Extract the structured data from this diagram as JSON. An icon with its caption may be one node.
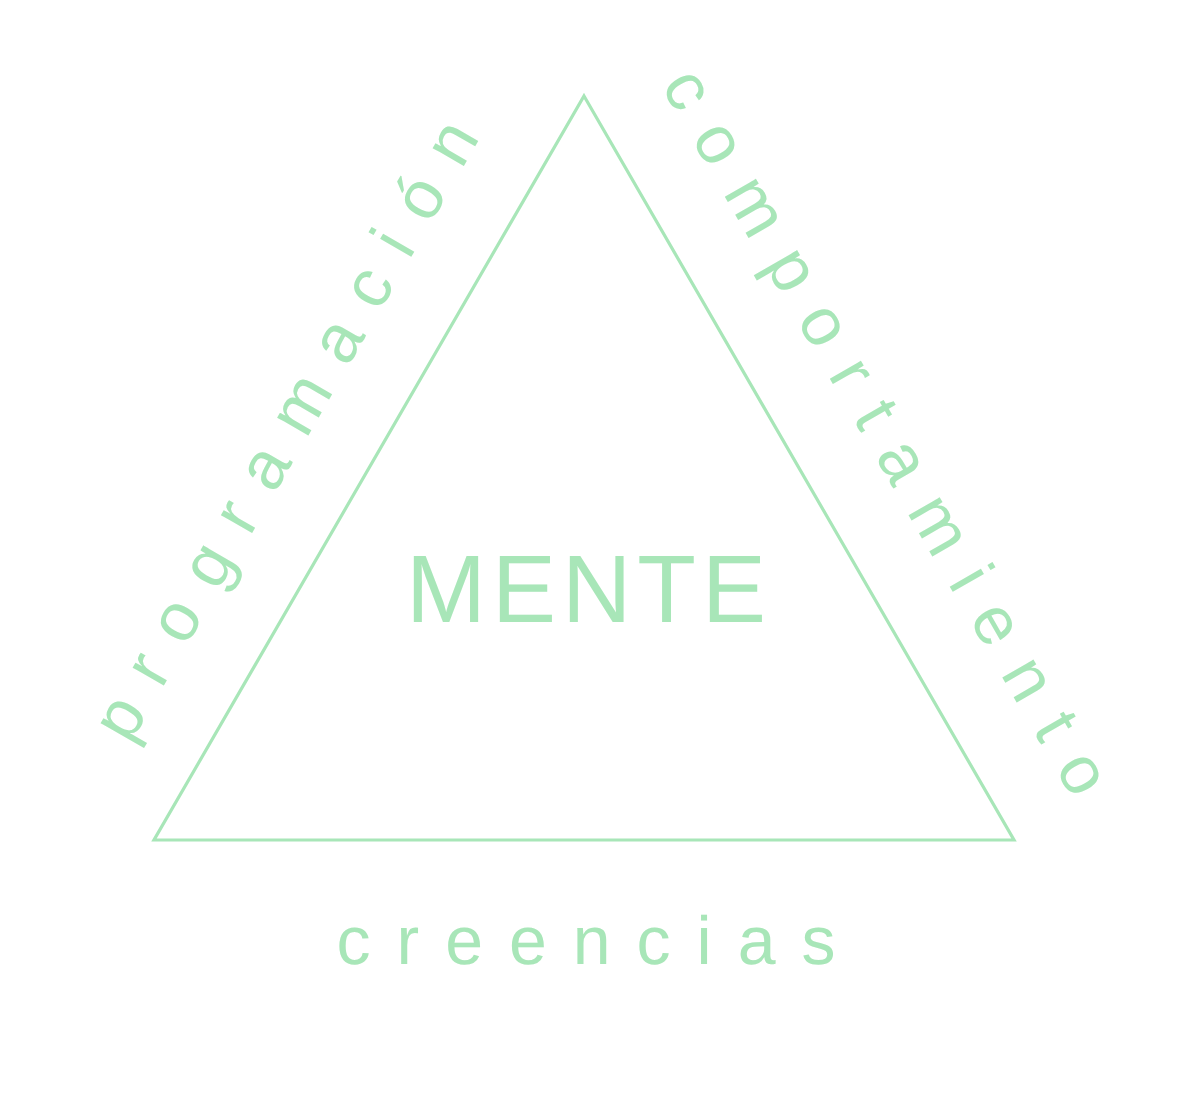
{
  "diagram": {
    "nodes": [
      {
        "text": [
          "MENTE"
        ]
      }
    ],
    "labels": [
      "programación",
      "comportamiento",
      "creencias"
    ]
  }
}
